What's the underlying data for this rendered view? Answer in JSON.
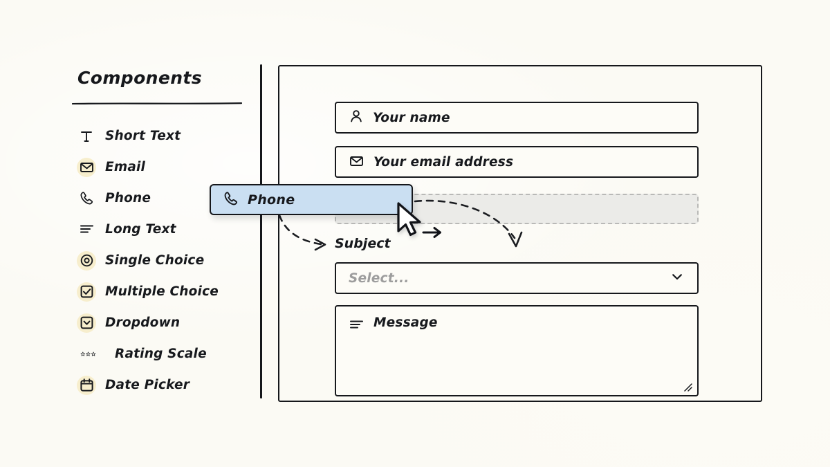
{
  "app": {
    "background_color": "#fbfaf4",
    "ink_color": "#16181c",
    "accent_chip_color": "#cadff2",
    "icon_tint_color": "#f7eecd",
    "placeholder_color": "#9d9d9d",
    "dropzone_fill_color": "#ebebe8",
    "dropzone_border_color": "#b9b9b7"
  },
  "sidebar": {
    "title": "Components",
    "items": [
      {
        "label": "Short Text",
        "icon": "short-text-icon",
        "tinted": false
      },
      {
        "label": "Email",
        "icon": "email-icon",
        "tinted": true
      },
      {
        "label": "Phone",
        "icon": "phone-icon",
        "tinted": false
      },
      {
        "label": "Long Text",
        "icon": "long-text-icon",
        "tinted": false
      },
      {
        "label": "Single Choice",
        "icon": "radio-button-icon",
        "tinted": true
      },
      {
        "label": "Multiple Choice",
        "icon": "checkbox-icon",
        "tinted": true
      },
      {
        "label": "Dropdown",
        "icon": "dropdown-icon",
        "tinted": true
      },
      {
        "label": "Rating Scale",
        "icon": "star-rating-icon",
        "tinted": false
      },
      {
        "label": "Date Picker",
        "icon": "calendar-icon",
        "tinted": true
      }
    ]
  },
  "form_preview": {
    "fields": {
      "name": {
        "placeholder": "Your name",
        "icon": "person-icon"
      },
      "email": {
        "placeholder": "Your email address",
        "icon": "envelope-icon"
      },
      "subject_label": "Subject",
      "select": {
        "value": "Select...",
        "icon": "chevron-down-icon"
      },
      "message": {
        "placeholder": "Message",
        "icon": "long-text-icon"
      }
    },
    "drop_zone": {
      "state": "empty-drop-target"
    }
  },
  "drag_chip": {
    "label": "Phone",
    "icon": "phone-icon",
    "state": "dragging"
  },
  "cursor": {
    "type": "arrow-pointer",
    "modifier": "move-right-arrow"
  }
}
